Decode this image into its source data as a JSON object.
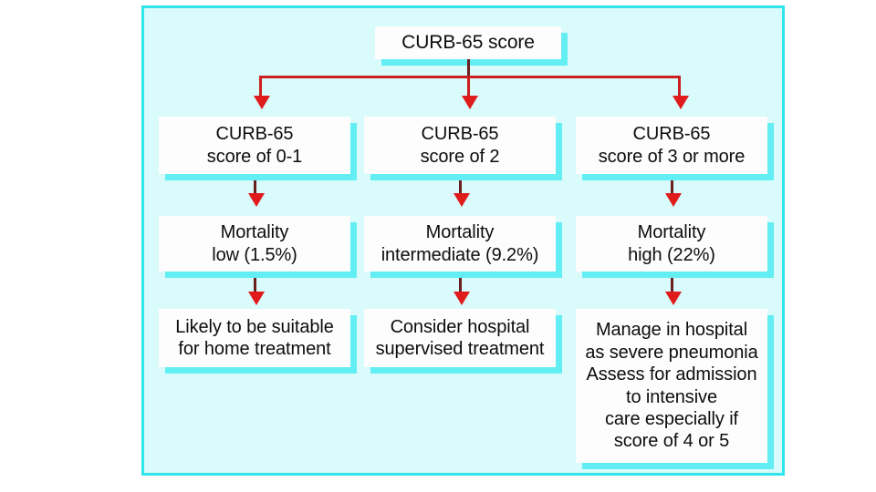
{
  "diagram": {
    "title": "CURB-65 score severity assessment flowchart",
    "colors": {
      "panel_background": "#d9fbfb",
      "panel_border": "#2fe4ea",
      "box_fill": "#fdfdfd",
      "box_shadow": "#62eef2",
      "arrow": "#cc1f1f",
      "text": "#0d0d0d"
    },
    "root": {
      "label": "CURB-65 score"
    },
    "columns": [
      {
        "score": "CURB-65\nscore of 0-1",
        "mortality": "Mortality\nlow (1.5%)",
        "action": "Likely to be suitable\nfor home treatment"
      },
      {
        "score": "CURB-65\nscore of 2",
        "mortality": "Mortality\nintermediate (9.2%)",
        "action": "Consider hospital\nsupervised treatment"
      },
      {
        "score": "CURB-65\nscore of 3 or more",
        "mortality": "Mortality\nhigh (22%)",
        "action": "Manage in hospital\nas severe pneumonia\nAssess for admission\nto intensive\ncare especially if\nscore of 4 or 5"
      }
    ]
  }
}
